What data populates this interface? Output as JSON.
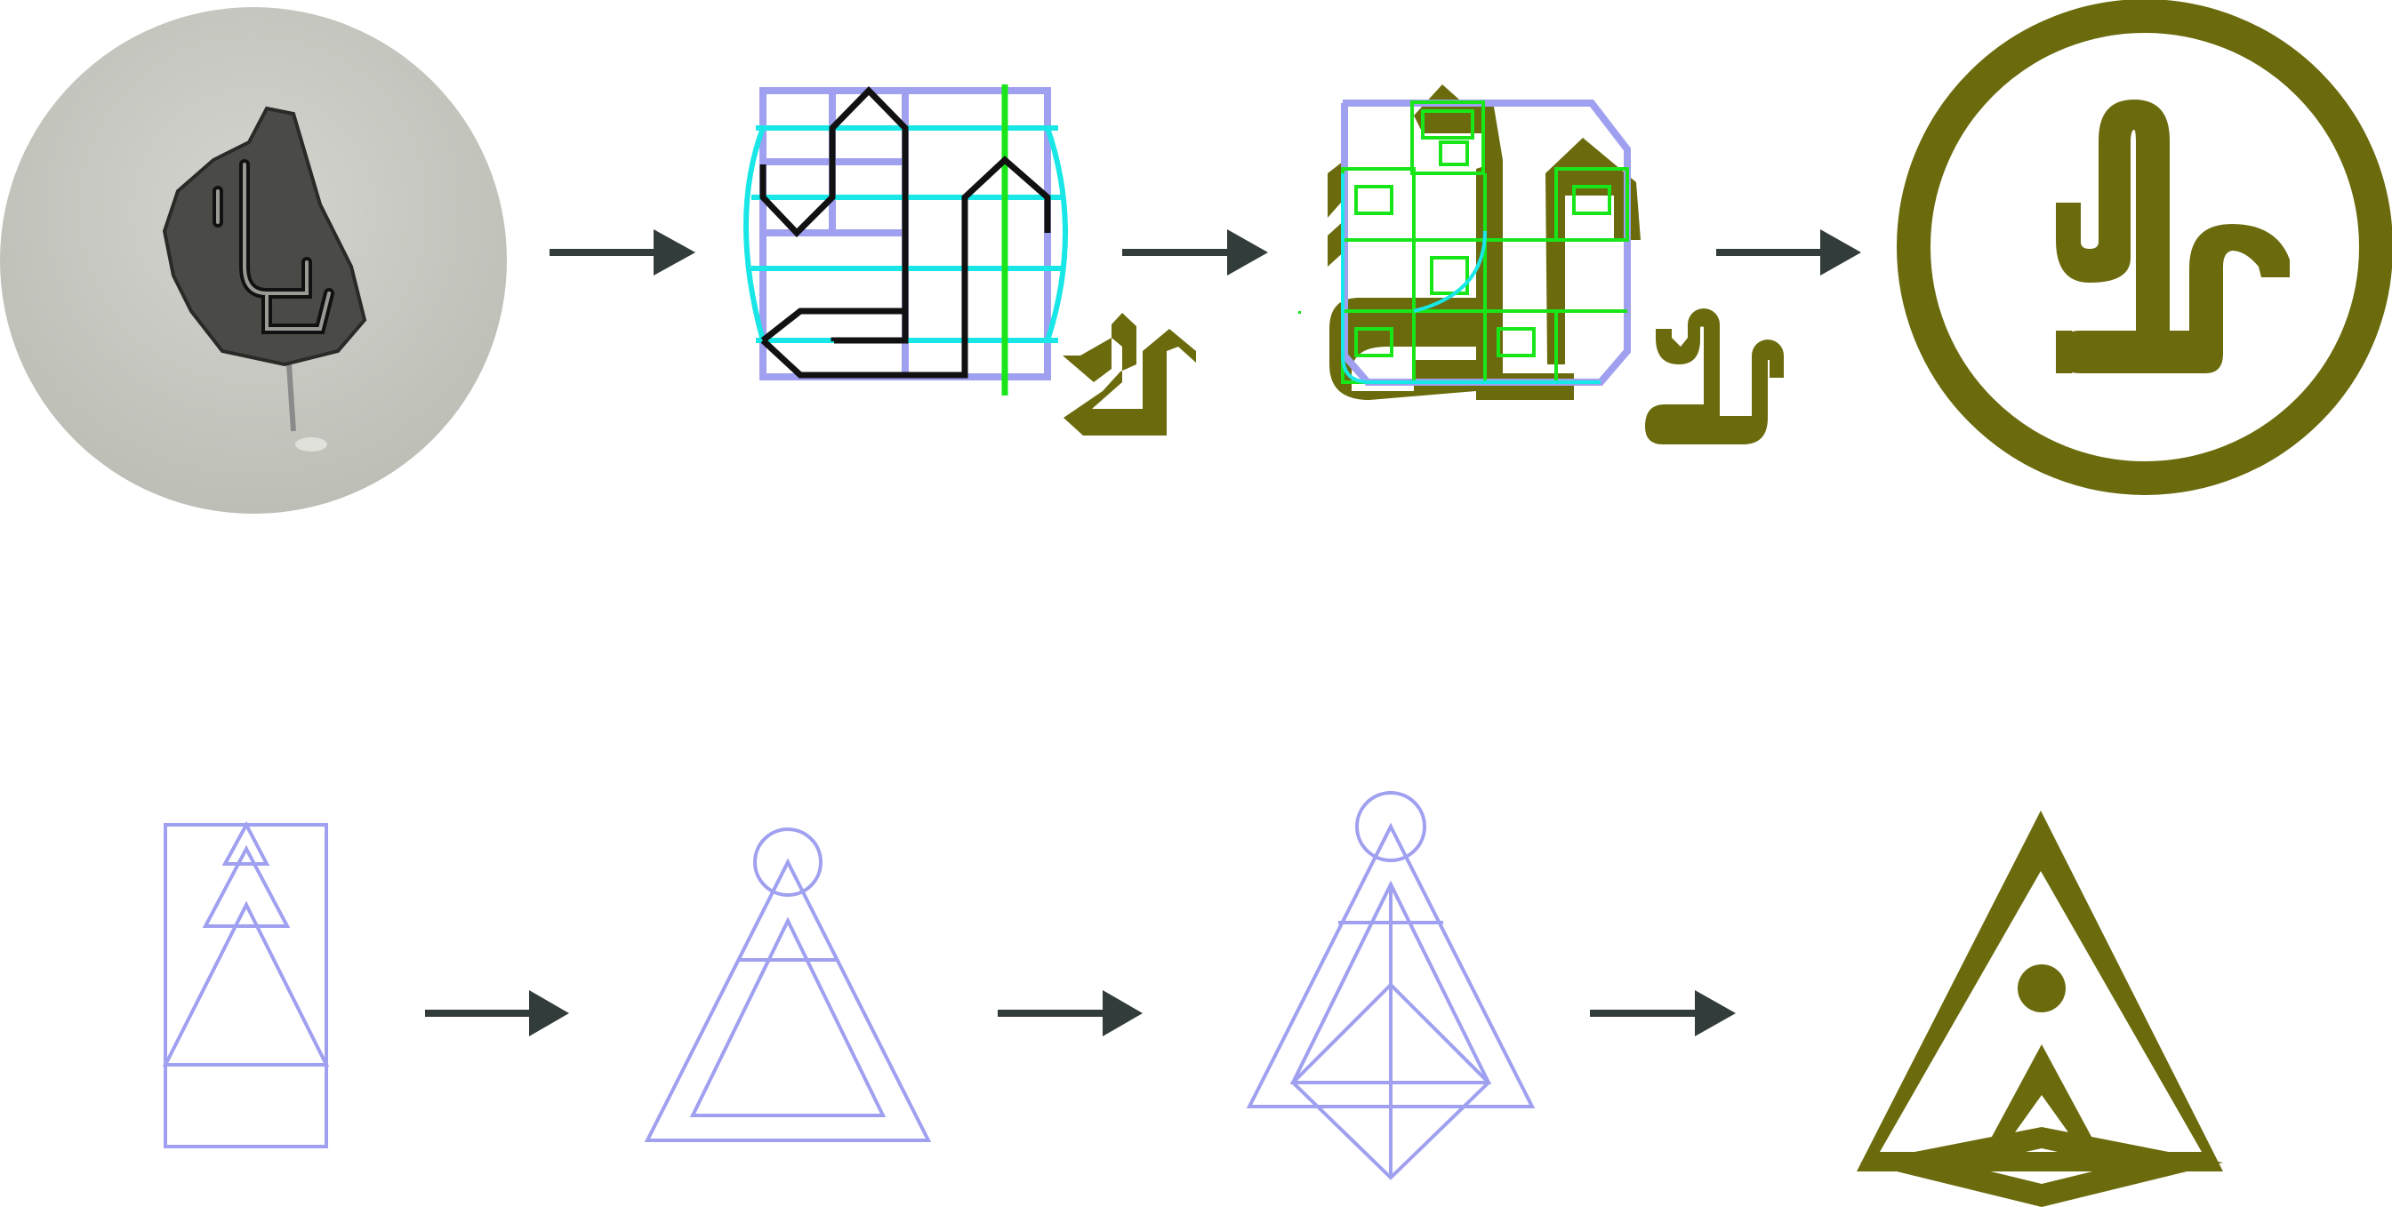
{
  "colors": {
    "background": "#ffffff",
    "olive": "#6b6b0e",
    "lavender": "#a0a0f0",
    "cyan": "#19e6e6",
    "green": "#19e619",
    "black": "#111111",
    "arrow": "#323c3a",
    "photo_bg": "#c8c9c2"
  },
  "rows": [
    {
      "stages": [
        "photo-of-stamp",
        "construction-grid-sketch",
        "rounded-construction-grid",
        "final-circle-logo"
      ],
      "arrows": 3
    },
    {
      "stages": [
        "triangle-construction",
        "triangle-with-circle",
        "triangle-diamond-construction",
        "final-triangle-logo"
      ],
      "arrows": 3
    }
  ]
}
